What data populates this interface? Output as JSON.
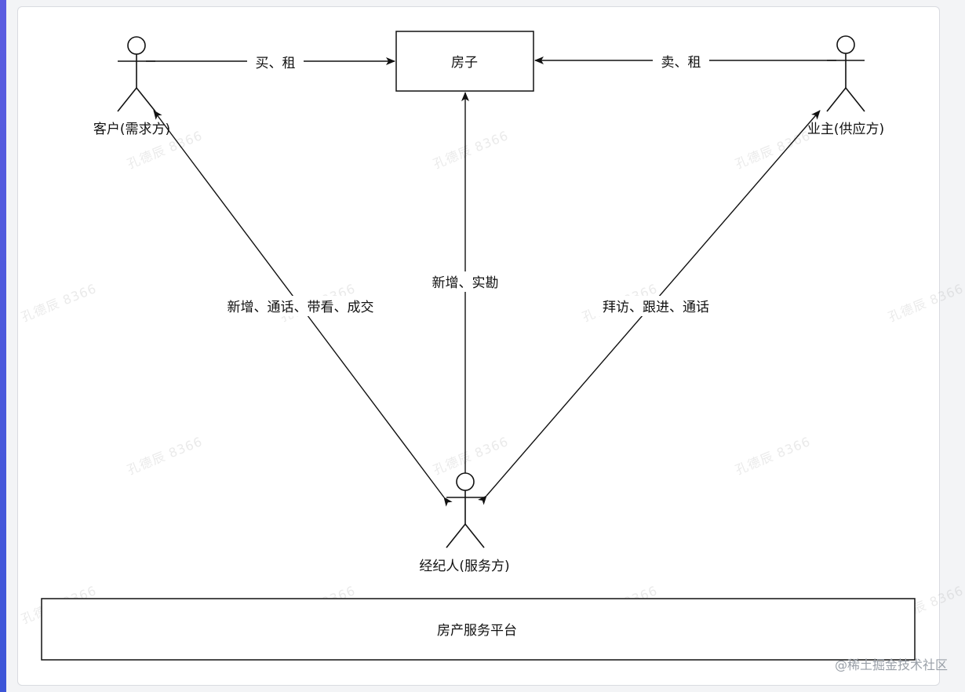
{
  "diagram": {
    "house_label": "房子",
    "customer_label": "客户(需求方)",
    "owner_label": "业主(供应方)",
    "agent_label": "经纪人(服务方)",
    "platform_label": "房产服务平台",
    "edge_customer_house": "买、租",
    "edge_owner_house": "卖、租",
    "edge_agent_customer": "新增、通话、带看、成交",
    "edge_agent_house": "新增、实勘",
    "edge_agent_owner": "拜访、跟进、通话"
  },
  "watermark": {
    "text": "孔德辰 8366"
  },
  "credit": {
    "text": "@稀土掘金技术社区"
  }
}
